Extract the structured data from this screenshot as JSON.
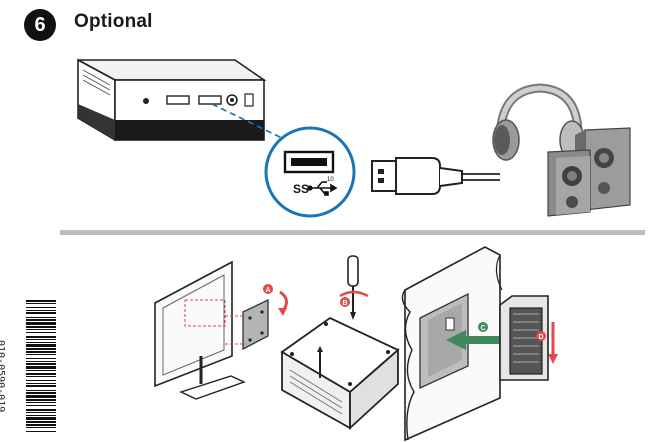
{
  "step": {
    "number": "6",
    "title": "Optional"
  },
  "usb_port": {
    "label": "SS",
    "speed_superscript": "10"
  },
  "callouts": [
    "A",
    "B",
    "C",
    "D"
  ],
  "barcode": {
    "text": "010-0590-019"
  },
  "colors": {
    "accent_blue": "#1a74b8",
    "callout_red": "#e04a4a",
    "arrow_green": "#3f8a5a",
    "divider_gray": "#bdbdbd"
  },
  "icons": [
    "mini-pc-icon",
    "usb-a-port-icon",
    "usb-cable-icon",
    "headphones-icon",
    "speakers-icon",
    "monitor-icon",
    "screwdriver-icon",
    "vesa-bracket-icon"
  ]
}
